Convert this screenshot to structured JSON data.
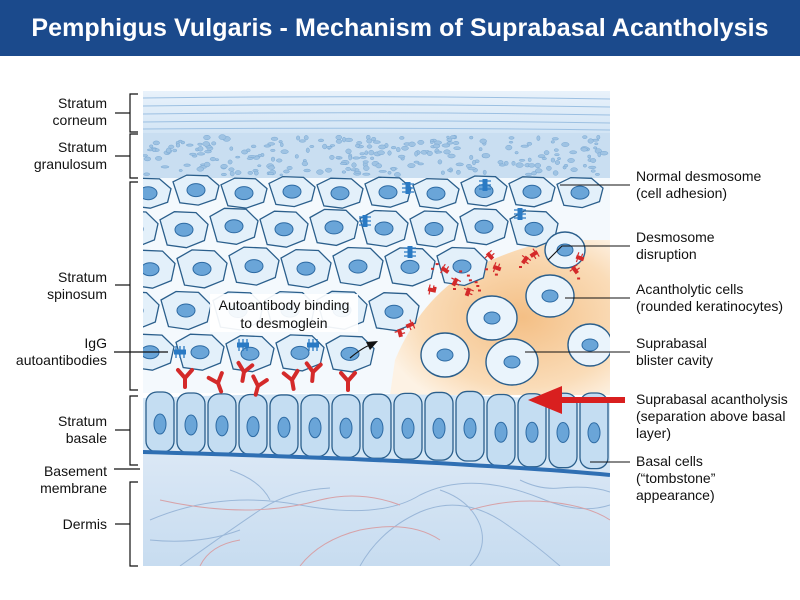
{
  "title": "Pemphigus Vulgaris - Mechanism of Suprabasal Acantholysis",
  "left_labels": {
    "corneum": [
      "Stratum",
      "corneum"
    ],
    "granulosum": [
      "Stratum",
      "granulosum"
    ],
    "spinosum": [
      "Stratum",
      "spinosum"
    ],
    "igg": [
      "IgG",
      "autoantibodies"
    ],
    "basale": [
      "Stratum",
      "basale"
    ],
    "basement": [
      "Basement",
      "membrane"
    ],
    "dermis": [
      "Dermis"
    ]
  },
  "right_labels": {
    "normal_desmosome": [
      "Normal desmosome",
      "(cell adhesion)"
    ],
    "disruption": [
      "Desmosome",
      "disruption"
    ],
    "acantholytic": [
      "Acantholytic cells",
      "(rounded keratinocytes)"
    ],
    "blister": [
      "Suprabasal",
      "blister cavity"
    ],
    "acantholysis": [
      "Suprabasal acantholysis",
      "(separation above basal",
      "layer)"
    ],
    "basal_cells": [
      "Basal cells",
      "(“tombstone”",
      "appearance)"
    ]
  },
  "callout": [
    "Autoantibody binding",
    "to desmoglein"
  ],
  "colors": {
    "title_bg": "#1b4a8c",
    "cell_fill": "#e3f0fa",
    "cell_stroke": "#2b5f8c",
    "nucleus": "#6aa5d8",
    "desmosome": "#2a7ac4",
    "antibody": "#d42a2a",
    "blister": "#f6c88e",
    "arrow": "#d91f1f"
  }
}
